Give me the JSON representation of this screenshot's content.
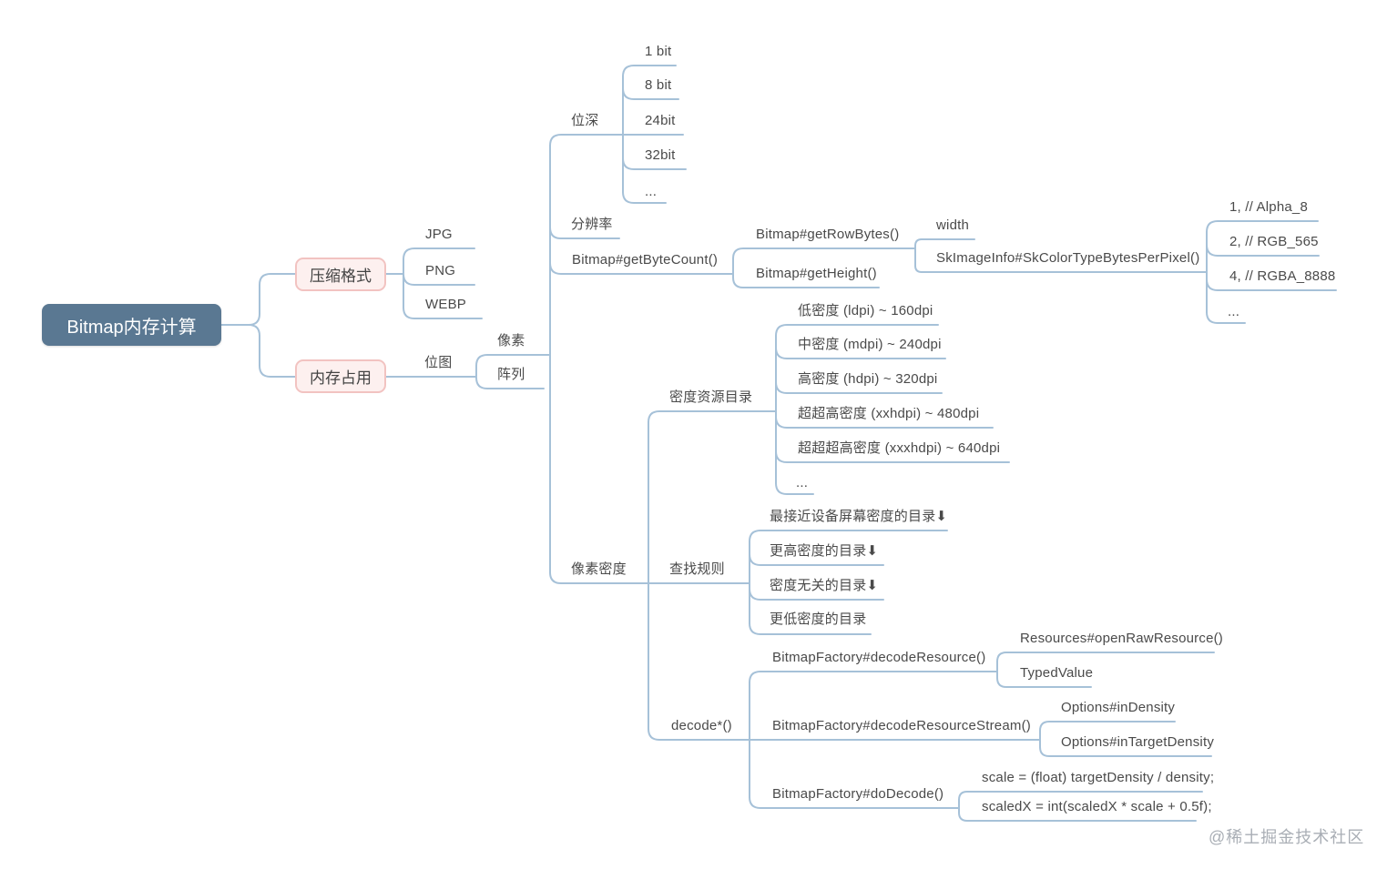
{
  "diagram": {
    "root": {
      "label": "Bitmap内存计算"
    },
    "compress_format": {
      "label": "压缩格式",
      "children": [
        "JPG",
        "PNG",
        "WEBP"
      ]
    },
    "memory_usage": {
      "label": "内存占用"
    },
    "bitmap": {
      "label": "位图"
    },
    "pixel": {
      "label": "像素"
    },
    "array": {
      "label": "阵列"
    },
    "bit_depth": {
      "label": "位深",
      "children": [
        "1 bit",
        "8 bit",
        "24bit",
        "32bit",
        "..."
      ]
    },
    "resolution": {
      "label": "分辨率"
    },
    "get_byte_count": {
      "label": "Bitmap#getByteCount()"
    },
    "get_row_bytes": {
      "label": "Bitmap#getRowBytes()"
    },
    "get_height": {
      "label": "Bitmap#getHeight()"
    },
    "width": {
      "label": "width"
    },
    "bytes_per_pixel": {
      "label": "SkImageInfo#SkColorTypeBytesPerPixel()",
      "children": [
        "1,  // Alpha_8",
        "2,  // RGB_565",
        "4,  // RGBA_8888",
        "..."
      ]
    },
    "pixel_density": {
      "label": "像素密度"
    },
    "density_dirs": {
      "label": "密度资源目录",
      "children": [
        "低密度 (ldpi) ~ 160dpi",
        "中密度 (mdpi) ~ 240dpi",
        "高密度 (hdpi) ~ 320dpi",
        "超超高密度 (xxhdpi) ~ 480dpi",
        "超超超高密度 (xxxhdpi) ~ 640dpi",
        "..."
      ]
    },
    "lookup_rules": {
      "label": "查找规则",
      "children": [
        "最接近设备屏幕密度的目录⬇",
        "更高密度的目录⬇",
        "密度无关的目录⬇",
        "更低密度的目录"
      ]
    },
    "decode": {
      "label": "decode*()"
    },
    "decode_resource": {
      "label": "BitmapFactory#decodeResource()",
      "children": [
        "Resources#openRawResource()",
        "TypedValue"
      ]
    },
    "decode_resource_stream": {
      "label": "BitmapFactory#decodeResourceStream()",
      "children": [
        "Options#inDensity",
        "Options#inTargetDensity"
      ]
    },
    "do_decode": {
      "label": "BitmapFactory#doDecode()",
      "children": [
        "scale = (float) targetDensity / density;",
        "scaledX = int(scaledX * scale + 0.5f);"
      ]
    }
  },
  "watermark": "@稀土掘金技术社区",
  "colors": {
    "root_bg": "#5a7892",
    "root_text": "#ffffff",
    "branch_bg": "#fdf0ef",
    "branch_border": "#f2c3c1",
    "connector_line": "#a6c1d8",
    "label_text": "#4a4a4a",
    "watermark_text": "#a9aeb5"
  }
}
